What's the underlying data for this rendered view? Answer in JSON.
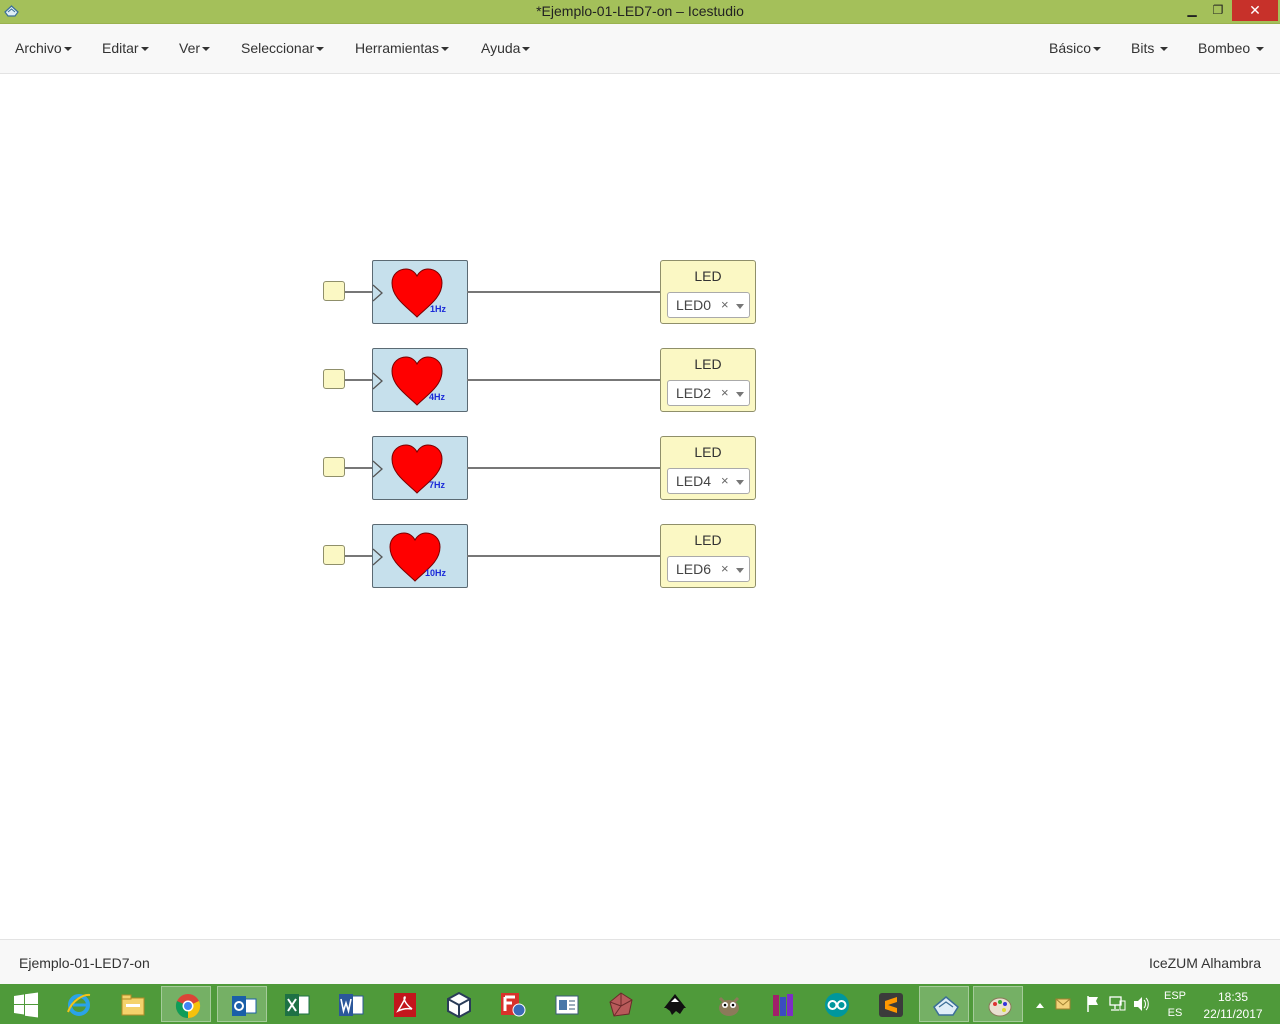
{
  "window": {
    "title": "*Ejemplo-01-LED7-on – Icestudio",
    "minimize": "▁",
    "maximize": "❐",
    "close": "✕"
  },
  "menubar": {
    "left": [
      "Archivo",
      "Editar",
      "Ver",
      "Seleccionar",
      "Herramientas",
      "Ayuda"
    ],
    "right": [
      "Básico",
      "Bits",
      "Bombeo"
    ]
  },
  "circuit": {
    "blocks": [
      {
        "freq": "1Hz",
        "led_label": "LED",
        "led_value": "LED0",
        "clear": "×"
      },
      {
        "freq": "4Hz",
        "led_label": "LED",
        "led_value": "LED2",
        "clear": "×"
      },
      {
        "freq": "7Hz",
        "led_label": "LED",
        "led_value": "LED4",
        "clear": "×"
      },
      {
        "freq": "10Hz",
        "led_label": "LED",
        "led_value": "LED6",
        "clear": "×"
      }
    ]
  },
  "statusbar": {
    "project": "Ejemplo-01-LED7-on",
    "board": "IceZUM Alhambra"
  },
  "taskbar": {
    "apps": [
      "start-icon",
      "internet-explorer-icon",
      "file-explorer-icon",
      "chrome-icon",
      "outlook-icon",
      "excel-icon",
      "word-icon",
      "acrobat-icon",
      "blender-icon",
      "freecad-icon",
      "presentation-icon",
      "meshlab-icon",
      "inkscape-icon",
      "gimp-icon",
      "books-icon",
      "arduino-icon",
      "sublime-icon",
      "icestudio-icon",
      "paint-icon"
    ],
    "lang_top": "ESP",
    "lang_bottom": "ES",
    "time": "18:35",
    "date": "22/11/2017"
  },
  "colors": {
    "titlebar": "#a4c05a",
    "clock_block": "#c6e0ec",
    "io_block": "#fbf8c4",
    "heart": "#ff0000",
    "freq_text": "#1a2ad8",
    "taskbar": "#4f9a3a"
  }
}
